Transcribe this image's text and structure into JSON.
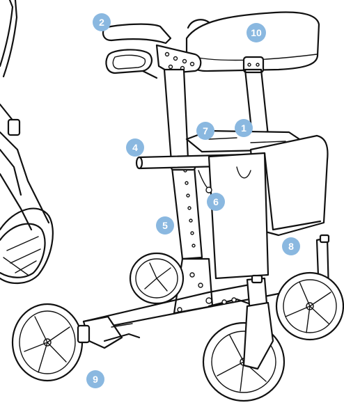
{
  "colors": {
    "badge": "#8ab8e0",
    "badge_text": "#ffffff",
    "stroke": "#111111"
  },
  "callouts": [
    {
      "id": "c1",
      "label": "1"
    },
    {
      "id": "c2",
      "label": "2"
    },
    {
      "id": "c4",
      "label": "4"
    },
    {
      "id": "c5",
      "label": "5"
    },
    {
      "id": "c6",
      "label": "6"
    },
    {
      "id": "c7",
      "label": "7"
    },
    {
      "id": "c8",
      "label": "8"
    },
    {
      "id": "c9",
      "label": "9"
    },
    {
      "id": "c10",
      "label": "10"
    }
  ]
}
